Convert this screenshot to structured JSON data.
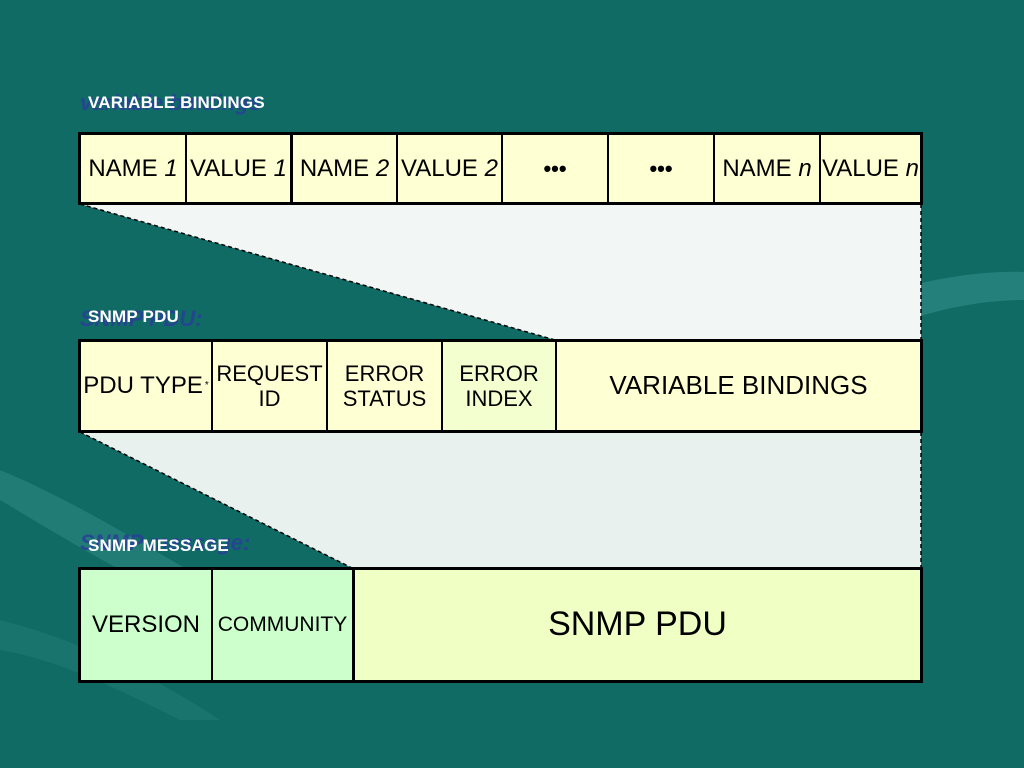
{
  "variable_bindings_section": {
    "label": "VARIABLE BINDINGS",
    "ghost_label": "variable bindings",
    "cells": [
      {
        "name": "NAME",
        "index": "1"
      },
      {
        "name": "VALUE",
        "index": "1"
      },
      {
        "name": "NAME",
        "index": "2"
      },
      {
        "name": "VALUE",
        "index": "2"
      },
      {
        "name": "•••",
        "index": ""
      },
      {
        "name": "•••",
        "index": ""
      },
      {
        "name": "NAME",
        "index": "n"
      },
      {
        "name": "VALUE",
        "index": "n"
      }
    ]
  },
  "pdu_section": {
    "label": "SNMP PDU",
    "ghost_label": "SNMP PDU:",
    "pdu_type": "PDU TYPE",
    "pdu_type_mark": "*",
    "request_id_line1": "REQUEST",
    "request_id_line2": "ID",
    "error_status_line1": "ERROR",
    "error_status_line2": "STATUS",
    "error_index_line1": "ERROR",
    "error_index_line2": "INDEX",
    "variable_bindings": "VARIABLE BINDINGS"
  },
  "message_section": {
    "label": "SNMP MESSAGE",
    "ghost_label": "SNMP message:",
    "version": "VERSION",
    "community": "COMMUNITY",
    "snmp_pdu": "SNMP PDU"
  },
  "colors": {
    "background": "#0f6b64",
    "cell_yellow": "#ffffd4",
    "cell_green": "#ccffcc",
    "funnel": "#eef3f2"
  }
}
